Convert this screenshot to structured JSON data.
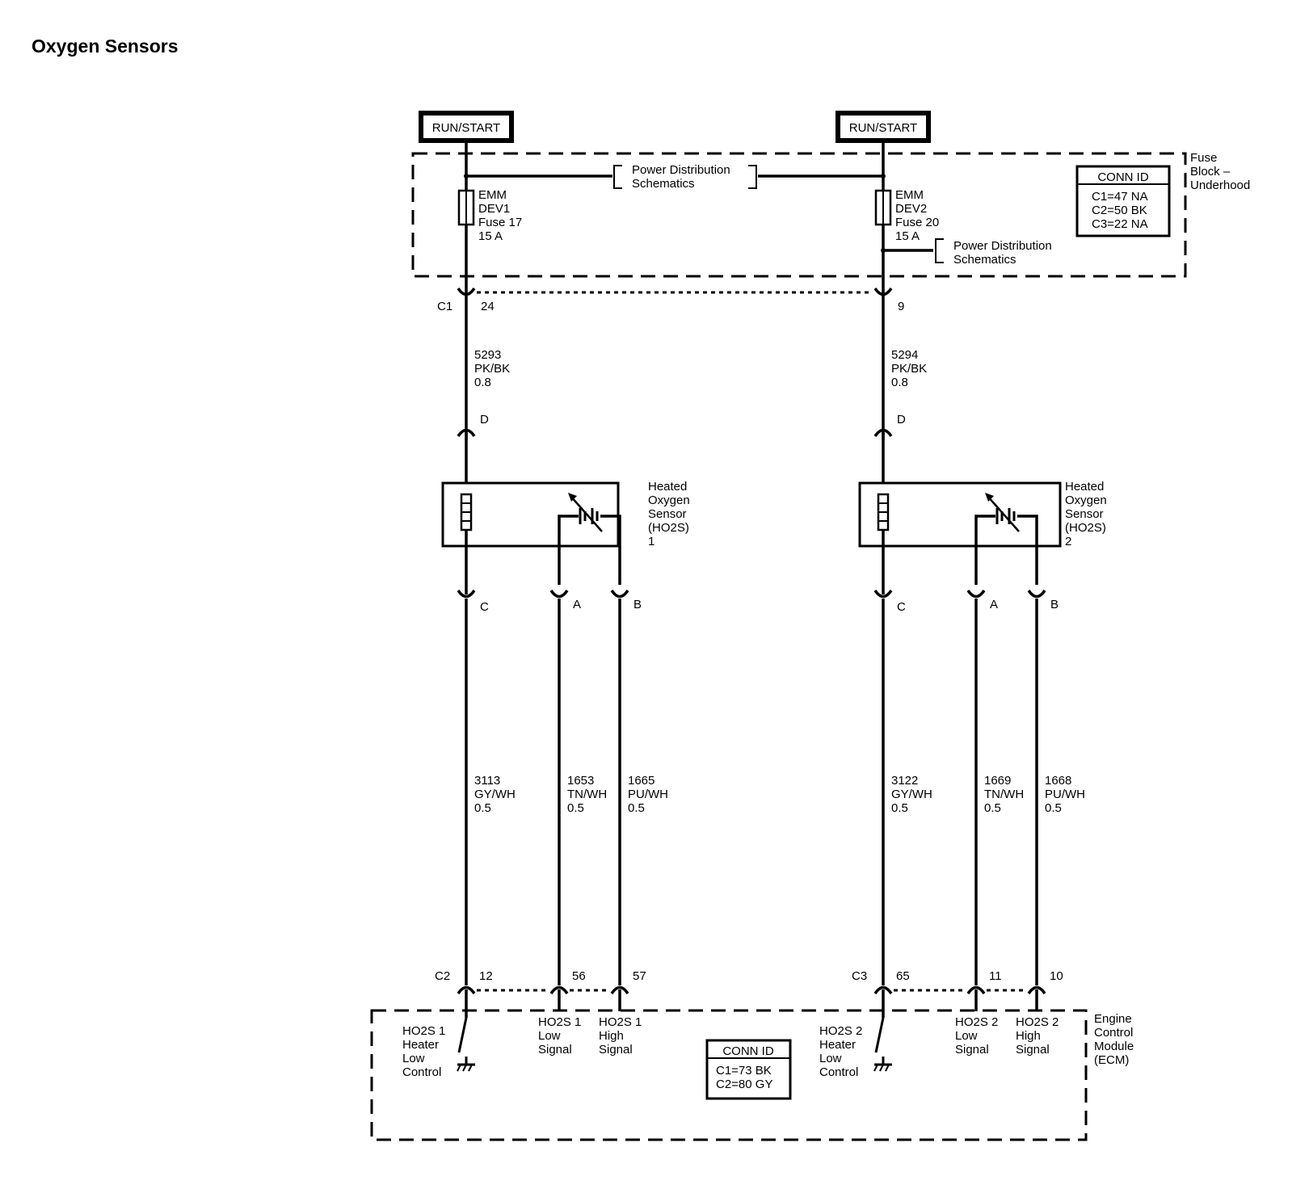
{
  "title": "Oxygen Sensors",
  "power": [
    "RUN/START",
    "RUN/START"
  ],
  "fuse_block": {
    "label": [
      "Fuse",
      "Block –",
      "Underhood"
    ],
    "conn_id": {
      "header": "CONN ID",
      "lines": [
        "C1=47 NA",
        "C2=50 BK",
        "C3=22 NA"
      ]
    },
    "power_dist_1": [
      "Power Distribution",
      "Schematics"
    ],
    "power_dist_2": [
      "Power Distribution",
      "Schematics"
    ],
    "fuse_left": [
      "EMM",
      "DEV1",
      "Fuse 17",
      "15 A"
    ],
    "fuse_right": [
      "EMM",
      "DEV2",
      "Fuse 20",
      "15 A"
    ]
  },
  "connector_c1": {
    "name": "C1",
    "pin_left": "24",
    "pin_right": "9"
  },
  "wires_upper": {
    "left": [
      "5293",
      "PK/BK",
      "0.8"
    ],
    "right": [
      "5294",
      "PK/BK",
      "0.8"
    ]
  },
  "sensor_pins": {
    "d": "D",
    "c": "C",
    "a": "A",
    "b": "B"
  },
  "sensor_1": [
    "Heated",
    "Oxygen",
    "Sensor",
    "(HO2S)",
    "1"
  ],
  "sensor_2": [
    "Heated",
    "Oxygen",
    "Sensor",
    "(HO2S)",
    "2"
  ],
  "wires_lower": {
    "s1_heater": [
      "3113",
      "GY/WH",
      "0.5"
    ],
    "s1_low": [
      "1653",
      "TN/WH",
      "0.5"
    ],
    "s1_high": [
      "1665",
      "PU/WH",
      "0.5"
    ],
    "s2_heater": [
      "3122",
      "GY/WH",
      "0.5"
    ],
    "s2_low": [
      "1669",
      "TN/WH",
      "0.5"
    ],
    "s2_high": [
      "1668",
      "PU/WH",
      "0.5"
    ]
  },
  "ecm_connectors": {
    "c2": "C2",
    "c2_pins": [
      "12",
      "56",
      "57"
    ],
    "c3": "C3",
    "c3_pins": [
      "65",
      "11",
      "10"
    ]
  },
  "ecm": {
    "label": [
      "Engine",
      "Control",
      "Module",
      "(ECM)"
    ],
    "conn_id": {
      "header": "CONN ID",
      "lines": [
        "C1=73 BK",
        "C2=80 GY"
      ]
    },
    "s1_heater": [
      "HO2S 1",
      "Heater",
      "Low",
      "Control"
    ],
    "s1_low": [
      "HO2S 1",
      "Low",
      "Signal"
    ],
    "s1_high": [
      "HO2S 1",
      "High",
      "Signal"
    ],
    "s2_heater": [
      "HO2S 2",
      "Heater",
      "Low",
      "Control"
    ],
    "s2_low": [
      "HO2S 2",
      "Low",
      "Signal"
    ],
    "s2_high": [
      "HO2S 2",
      "High",
      "Signal"
    ]
  }
}
